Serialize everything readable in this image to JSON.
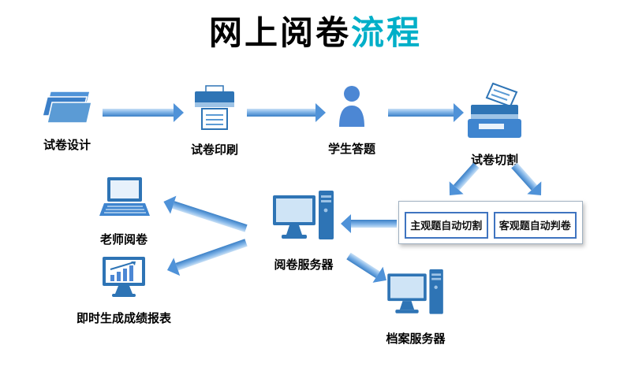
{
  "title": {
    "main": "网上阅卷",
    "accent": "流程"
  },
  "flow": {
    "design": "试卷设计",
    "print": "试卷印刷",
    "answer": "学生答题",
    "cut": "试卷切割",
    "subjective": "主观题自动切割",
    "objective": "客观题自动判卷",
    "marking_server": "阅卷服务器",
    "teacher": "老师阅卷",
    "report": "即时生成成绩报表",
    "archive_server": "档案服务器"
  },
  "colors": {
    "accent_cyan": "#00AFC8",
    "icon_dark_blue": "#2E74B5",
    "icon_mid_blue": "#3F85CF",
    "icon_light_blue": "#9DC3E6",
    "arrow_blue": "#4F92D8"
  }
}
